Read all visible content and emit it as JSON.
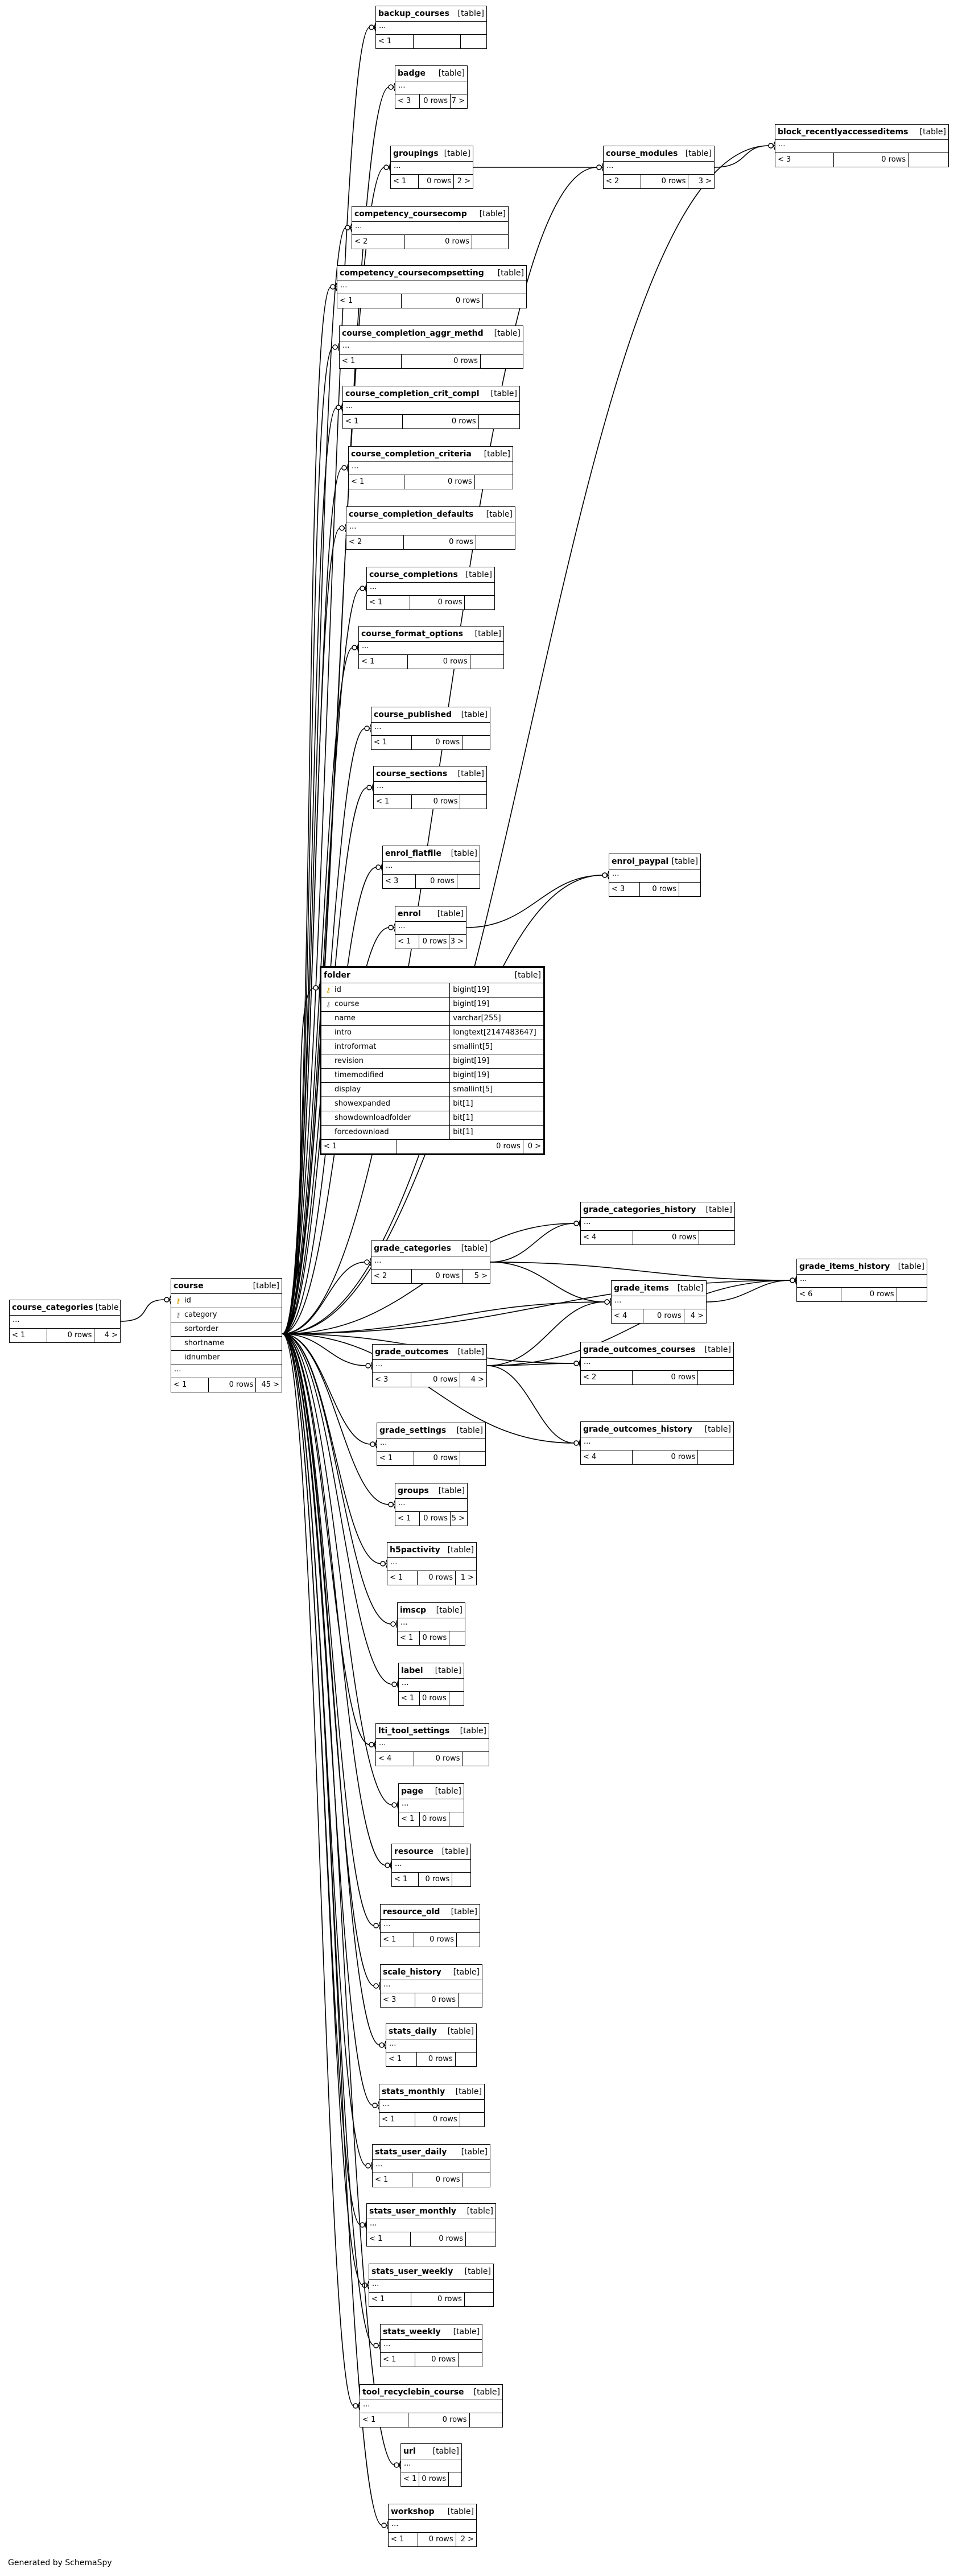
{
  "generated_by": "Generated by SchemaSpy",
  "focus_table": {
    "name": "folder",
    "type": "[table]",
    "columns": [
      {
        "name": "id",
        "type": "bigint[19]",
        "key": "pk"
      },
      {
        "name": "course",
        "type": "bigint[19]",
        "key": "fk"
      },
      {
        "name": "name",
        "type": "varchar[255]",
        "key": ""
      },
      {
        "name": "intro",
        "type": "longtext[2147483647]",
        "key": ""
      },
      {
        "name": "introformat",
        "type": "smallint[5]",
        "key": ""
      },
      {
        "name": "revision",
        "type": "bigint[19]",
        "key": ""
      },
      {
        "name": "timemodified",
        "type": "bigint[19]",
        "key": ""
      },
      {
        "name": "display",
        "type": "smallint[5]",
        "key": ""
      },
      {
        "name": "showexpanded",
        "type": "bit[1]",
        "key": ""
      },
      {
        "name": "showdownloadfolder",
        "type": "bit[1]",
        "key": ""
      },
      {
        "name": "forcedownload",
        "type": "bit[1]",
        "key": ""
      }
    ],
    "parents": "< 1",
    "rows": "0 rows",
    "children": "0 >"
  },
  "course_table": {
    "name": "course",
    "type": "[table]",
    "columns": [
      {
        "name": "id",
        "key": "pk"
      },
      {
        "name": "category",
        "key": "fk"
      },
      {
        "name": "sortorder",
        "key": ""
      },
      {
        "name": "shortname",
        "key": ""
      },
      {
        "name": "idnumber",
        "key": ""
      }
    ],
    "dots": "...",
    "parents": "< 1",
    "rows": "0 rows",
    "children": "45 >"
  },
  "tables": [
    {
      "name": "course_categories",
      "parents": "< 1",
      "rows": "0 rows",
      "children": "4 >"
    },
    {
      "name": "backup_courses",
      "parents": "< 1",
      "rows": "",
      "children": ""
    },
    {
      "name": "badge",
      "parents": "< 3",
      "rows": "0 rows",
      "children": "7 >"
    },
    {
      "name": "groupings",
      "parents": "< 1",
      "rows": "0 rows",
      "children": "2 >"
    },
    {
      "name": "course_modules",
      "parents": "< 2",
      "rows": "0 rows",
      "children": "3 >"
    },
    {
      "name": "block_recentlyaccesseditems",
      "parents": "< 3",
      "rows": "0 rows",
      "children": ""
    },
    {
      "name": "competency_coursecomp",
      "parents": "< 2",
      "rows": "0 rows",
      "children": ""
    },
    {
      "name": "competency_coursecompsetting",
      "parents": "< 1",
      "rows": "0 rows",
      "children": ""
    },
    {
      "name": "course_completion_aggr_methd",
      "parents": "< 1",
      "rows": "0 rows",
      "children": ""
    },
    {
      "name": "course_completion_crit_compl",
      "parents": "< 1",
      "rows": "0 rows",
      "children": ""
    },
    {
      "name": "course_completion_criteria",
      "parents": "< 1",
      "rows": "0 rows",
      "children": ""
    },
    {
      "name": "course_completion_defaults",
      "parents": "< 2",
      "rows": "0 rows",
      "children": ""
    },
    {
      "name": "course_completions",
      "parents": "< 1",
      "rows": "0 rows",
      "children": ""
    },
    {
      "name": "course_format_options",
      "parents": "< 1",
      "rows": "0 rows",
      "children": ""
    },
    {
      "name": "course_published",
      "parents": "< 1",
      "rows": "0 rows",
      "children": ""
    },
    {
      "name": "course_sections",
      "parents": "< 1",
      "rows": "0 rows",
      "children": ""
    },
    {
      "name": "enrol_flatfile",
      "parents": "< 3",
      "rows": "0 rows",
      "children": ""
    },
    {
      "name": "enrol_paypal",
      "parents": "< 3",
      "rows": "0 rows",
      "children": ""
    },
    {
      "name": "enrol",
      "parents": "< 1",
      "rows": "0 rows",
      "children": "3 >"
    },
    {
      "name": "grade_categories_history",
      "parents": "< 4",
      "rows": "0 rows",
      "children": ""
    },
    {
      "name": "grade_categories",
      "parents": "< 2",
      "rows": "0 rows",
      "children": "5 >"
    },
    {
      "name": "grade_items_history",
      "parents": "< 6",
      "rows": "0 rows",
      "children": ""
    },
    {
      "name": "grade_items",
      "parents": "< 4",
      "rows": "0 rows",
      "children": "4 >"
    },
    {
      "name": "grade_outcomes",
      "parents": "< 3",
      "rows": "0 rows",
      "children": "4 >"
    },
    {
      "name": "grade_outcomes_courses",
      "parents": "< 2",
      "rows": "0 rows",
      "children": ""
    },
    {
      "name": "grade_outcomes_history",
      "parents": "< 4",
      "rows": "0 rows",
      "children": ""
    },
    {
      "name": "grade_settings",
      "parents": "< 1",
      "rows": "0 rows",
      "children": ""
    },
    {
      "name": "groups",
      "parents": "< 1",
      "rows": "0 rows",
      "children": "5 >"
    },
    {
      "name": "h5pactivity",
      "parents": "< 1",
      "rows": "0 rows",
      "children": "1 >"
    },
    {
      "name": "imscp",
      "parents": "< 1",
      "rows": "0 rows",
      "children": ""
    },
    {
      "name": "label",
      "parents": "< 1",
      "rows": "0 rows",
      "children": ""
    },
    {
      "name": "lti_tool_settings",
      "parents": "< 4",
      "rows": "0 rows",
      "children": ""
    },
    {
      "name": "page",
      "parents": "< 1",
      "rows": "0 rows",
      "children": ""
    },
    {
      "name": "resource",
      "parents": "< 1",
      "rows": "0 rows",
      "children": ""
    },
    {
      "name": "resource_old",
      "parents": "< 1",
      "rows": "0 rows",
      "children": ""
    },
    {
      "name": "scale_history",
      "parents": "< 3",
      "rows": "0 rows",
      "children": ""
    },
    {
      "name": "stats_daily",
      "parents": "< 1",
      "rows": "0 rows",
      "children": ""
    },
    {
      "name": "stats_monthly",
      "parents": "< 1",
      "rows": "0 rows",
      "children": ""
    },
    {
      "name": "stats_user_daily",
      "parents": "< 1",
      "rows": "0 rows",
      "children": ""
    },
    {
      "name": "stats_user_monthly",
      "parents": "< 1",
      "rows": "0 rows",
      "children": ""
    },
    {
      "name": "stats_user_weekly",
      "parents": "< 1",
      "rows": "0 rows",
      "children": ""
    },
    {
      "name": "stats_weekly",
      "parents": "< 1",
      "rows": "0 rows",
      "children": ""
    },
    {
      "name": "tool_recyclebin_course",
      "parents": "< 1",
      "rows": "0 rows",
      "children": ""
    },
    {
      "name": "url",
      "parents": "< 1",
      "rows": "0 rows",
      "children": ""
    },
    {
      "name": "workshop",
      "parents": "< 1",
      "rows": "0 rows",
      "children": "2 >"
    }
  ],
  "table_type": "[table]",
  "dots": "...",
  "relationships": [
    [
      "course",
      "backup_courses"
    ],
    [
      "course",
      "badge"
    ],
    [
      "course",
      "groupings"
    ],
    [
      "course",
      "course_modules"
    ],
    [
      "course",
      "block_recentlyaccesseditems"
    ],
    [
      "course",
      "competency_coursecomp"
    ],
    [
      "course",
      "competency_coursecompsetting"
    ],
    [
      "course",
      "course_completion_aggr_methd"
    ],
    [
      "course",
      "course_completion_crit_compl"
    ],
    [
      "course",
      "course_completion_criteria"
    ],
    [
      "course",
      "course_completion_defaults"
    ],
    [
      "course",
      "course_completions"
    ],
    [
      "course",
      "course_format_options"
    ],
    [
      "course",
      "course_published"
    ],
    [
      "course",
      "course_sections"
    ],
    [
      "course",
      "enrol_flatfile"
    ],
    [
      "course",
      "enrol_paypal"
    ],
    [
      "course",
      "enrol"
    ],
    [
      "course",
      "folder"
    ],
    [
      "course",
      "grade_categories_history"
    ],
    [
      "course",
      "grade_categories"
    ],
    [
      "course",
      "grade_items_history"
    ],
    [
      "course",
      "grade_items"
    ],
    [
      "course",
      "grade_outcomes"
    ],
    [
      "course",
      "grade_outcomes_courses"
    ],
    [
      "course",
      "grade_outcomes_history"
    ],
    [
      "course",
      "grade_settings"
    ],
    [
      "course",
      "groups"
    ],
    [
      "course",
      "h5pactivity"
    ],
    [
      "course",
      "imscp"
    ],
    [
      "course",
      "label"
    ],
    [
      "course",
      "lti_tool_settings"
    ],
    [
      "course",
      "page"
    ],
    [
      "course",
      "resource"
    ],
    [
      "course",
      "resource_old"
    ],
    [
      "course",
      "scale_history"
    ],
    [
      "course",
      "stats_daily"
    ],
    [
      "course",
      "stats_monthly"
    ],
    [
      "course",
      "stats_user_daily"
    ],
    [
      "course",
      "stats_user_monthly"
    ],
    [
      "course",
      "stats_user_weekly"
    ],
    [
      "course",
      "stats_weekly"
    ],
    [
      "course",
      "tool_recyclebin_course"
    ],
    [
      "course",
      "url"
    ],
    [
      "course",
      "workshop"
    ],
    [
      "course_categories",
      "course"
    ],
    [
      "groupings",
      "course_modules"
    ],
    [
      "course_modules",
      "block_recentlyaccesseditems"
    ],
    [
      "enrol",
      "enrol_paypal"
    ],
    [
      "grade_categories",
      "grade_categories_history"
    ],
    [
      "grade_categories",
      "grade_items"
    ],
    [
      "grade_categories",
      "grade_items_history"
    ],
    [
      "grade_items",
      "grade_items_history"
    ],
    [
      "grade_outcomes",
      "grade_items"
    ],
    [
      "grade_outcomes",
      "grade_outcomes_courses"
    ],
    [
      "grade_outcomes",
      "grade_outcomes_history"
    ],
    [
      "grade_outcomes",
      "grade_items_history"
    ]
  ]
}
